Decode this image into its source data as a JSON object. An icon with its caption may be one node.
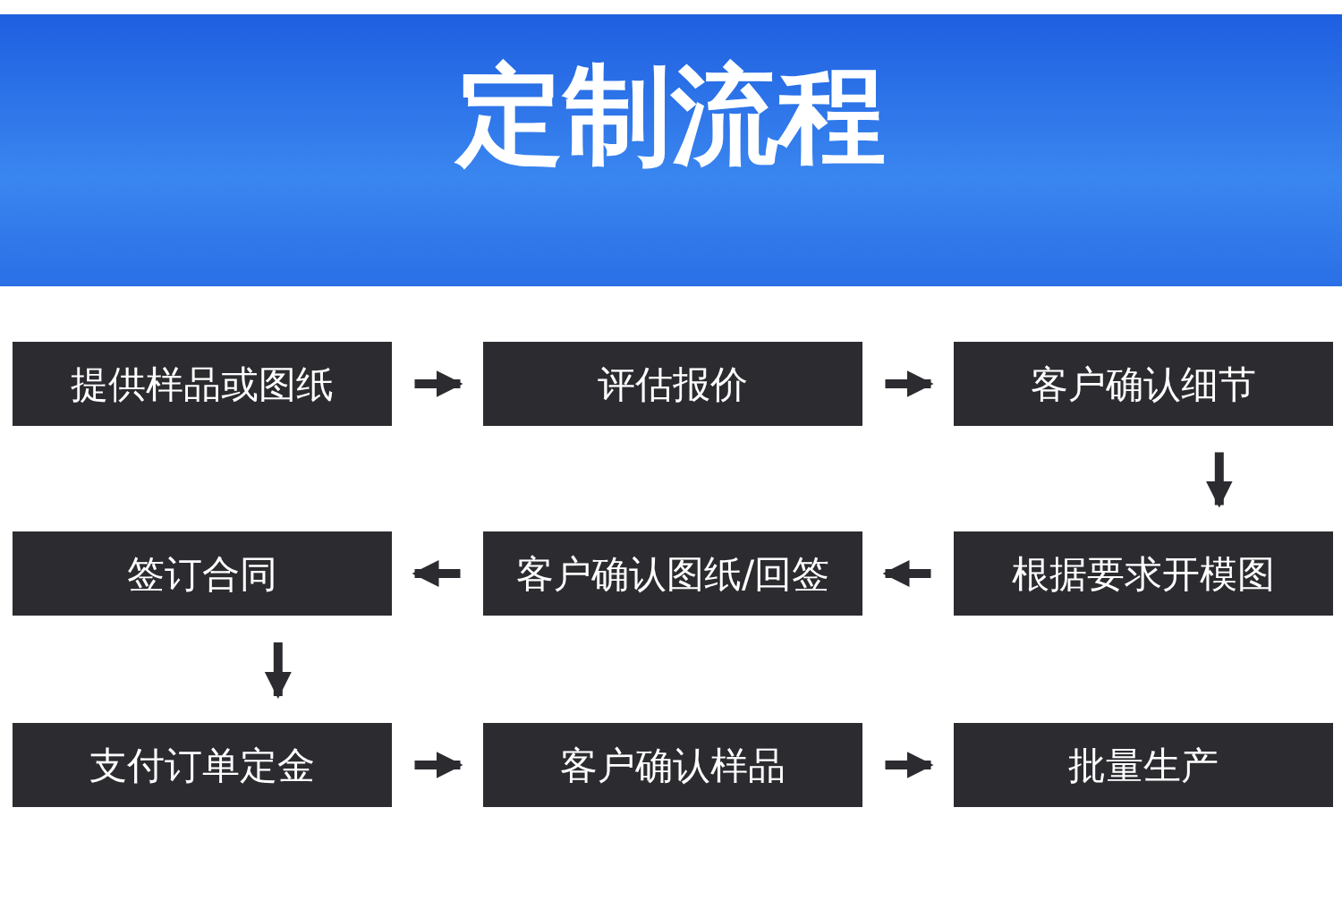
{
  "diagram": {
    "title": "定制流程",
    "nodes": [
      {
        "text": [
          "提供样品或图纸"
        ]
      },
      {
        "text": [
          "评估报价"
        ]
      },
      {
        "text": [
          "客户确认细节"
        ]
      },
      {
        "text": [
          "根据要求开模图"
        ]
      },
      {
        "text": [
          "客户确认图纸/回签"
        ]
      },
      {
        "text": [
          "签订合同"
        ]
      },
      {
        "text": [
          "支付订单定金"
        ]
      },
      {
        "text": [
          "客户确认样品"
        ]
      },
      {
        "text": [
          "批量生产"
        ]
      }
    ],
    "edges": [
      {
        "from": 0,
        "to": 1,
        "arrow": "to"
      },
      {
        "from": 1,
        "to": 2,
        "arrow": "to"
      },
      {
        "from": 2,
        "to": 3,
        "arrow": "to"
      },
      {
        "from": 3,
        "to": 4,
        "arrow": "to"
      },
      {
        "from": 4,
        "to": 5,
        "arrow": "to"
      },
      {
        "from": 5,
        "to": 6,
        "arrow": "to"
      },
      {
        "from": 6,
        "to": 7,
        "arrow": "to"
      },
      {
        "from": 7,
        "to": 8,
        "arrow": "to"
      }
    ]
  }
}
